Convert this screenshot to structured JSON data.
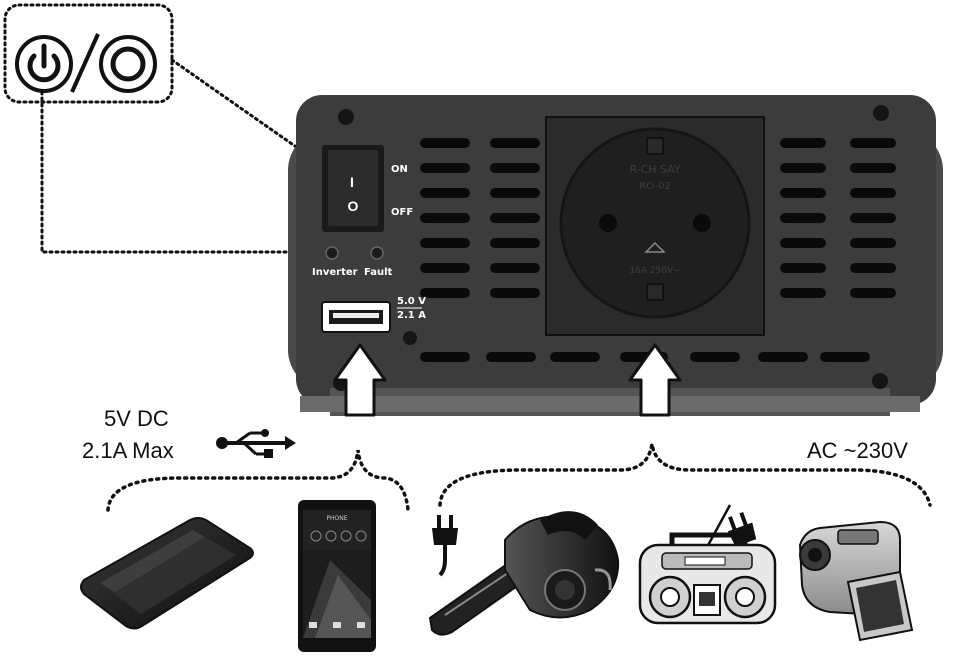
{
  "switch": {
    "on_label": "ON",
    "off_label": "OFF",
    "on_glyph": "I",
    "off_glyph": "O"
  },
  "indicators": {
    "inverter_label": "Inverter",
    "fault_label": "Fault"
  },
  "usb_port": {
    "voltage": "5.0 V",
    "current": "2.1 A"
  },
  "socket": {
    "line1": "R-CH SAY",
    "line2": "RO-02",
    "rating": "16A 250V~"
  },
  "usb_output": {
    "line1": "5V DC",
    "line2": "2.1A Max"
  },
  "ac_output": {
    "label": "AC ~230V"
  },
  "phone_screen": {
    "brand": "PHONE"
  },
  "icons": [
    "power-standby-icon",
    "power-on-icon",
    "usb-symbol-icon",
    "plug-icon",
    "tablet-icon",
    "smartphone-icon",
    "handheld-vacuum-icon",
    "radio-cassette-icon",
    "camcorder-icon",
    "arrow-up-icon"
  ],
  "colors": {
    "body": "#3c3c3c",
    "socket": "#2b2b2b",
    "vent": "#0a0a0a",
    "outline": "#111111"
  }
}
